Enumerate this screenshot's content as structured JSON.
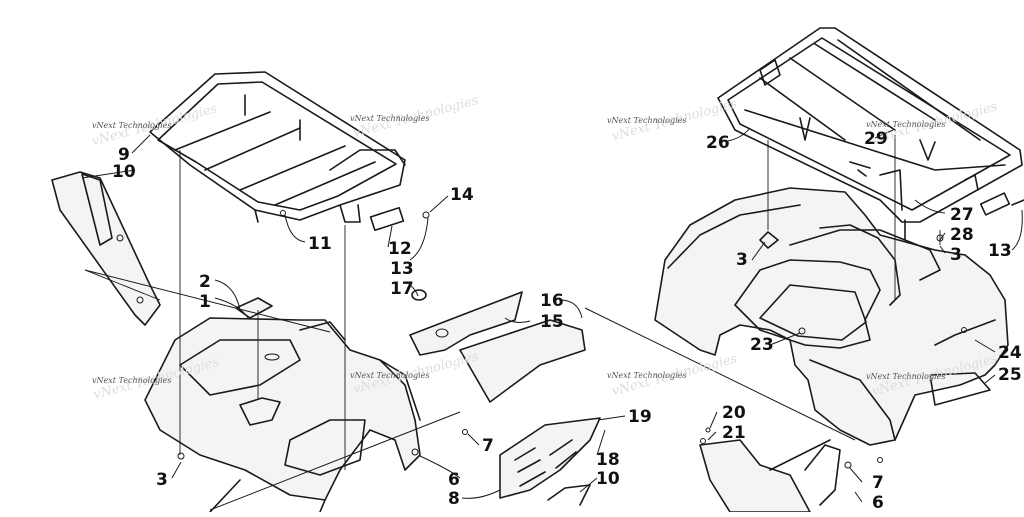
{
  "watermark": "vNext Technologies",
  "callouts": {
    "c1": "1",
    "c2": "2",
    "c3a": "3",
    "c6a": "6",
    "c7a": "7",
    "c8": "8",
    "c9": "9",
    "c10a": "10",
    "c11": "11",
    "c12": "12",
    "c13a": "13",
    "c14": "14",
    "c15": "15",
    "c16": "16",
    "c17": "17",
    "c18": "18",
    "c10b": "10",
    "c19": "19",
    "c20": "20",
    "c21": "21",
    "c26": "26",
    "c29": "29",
    "c27": "27",
    "c28": "28",
    "c3b": "3",
    "c3c": "3",
    "c13b": "13",
    "c23": "23",
    "c24": "24",
    "c25": "25",
    "c7b": "7",
    "c6b": "6"
  },
  "colors": {
    "line": "#1a1a1a",
    "background": "#ffffff",
    "watermark": "#555555"
  }
}
